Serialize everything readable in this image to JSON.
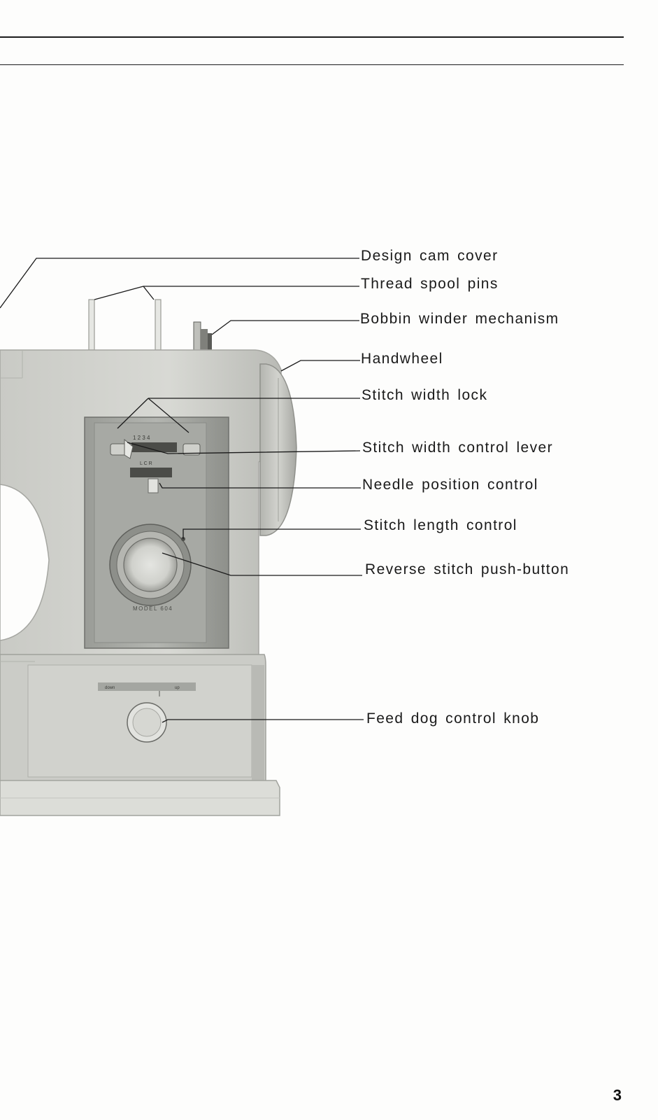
{
  "labels": {
    "design_cam_cover": "Design cam cover",
    "thread_spool_pins": "Thread spool pins",
    "bobbin_winder": "Bobbin winder mechanism",
    "handwheel": "Handwheel",
    "stitch_width_lock": "Stitch width lock",
    "stitch_width_lever": "Stitch width control lever",
    "needle_position": "Needle position control",
    "stitch_length": "Stitch length control",
    "reverse_button": "Reverse stitch push-button",
    "feed_dog_knob": "Feed dog control knob"
  },
  "machine": {
    "model_plate": "MODEL 604",
    "width_scale": "1 2 3 4",
    "needle_scale": "L  C  R",
    "feed_dog_down": "down",
    "feed_dog_up": "up"
  },
  "page_number": "3",
  "colors": {
    "machine_body": "#cfd0cb",
    "machine_shadow": "#9c9d98",
    "panel": "#a9aba6",
    "ink": "#1a1a1a"
  }
}
